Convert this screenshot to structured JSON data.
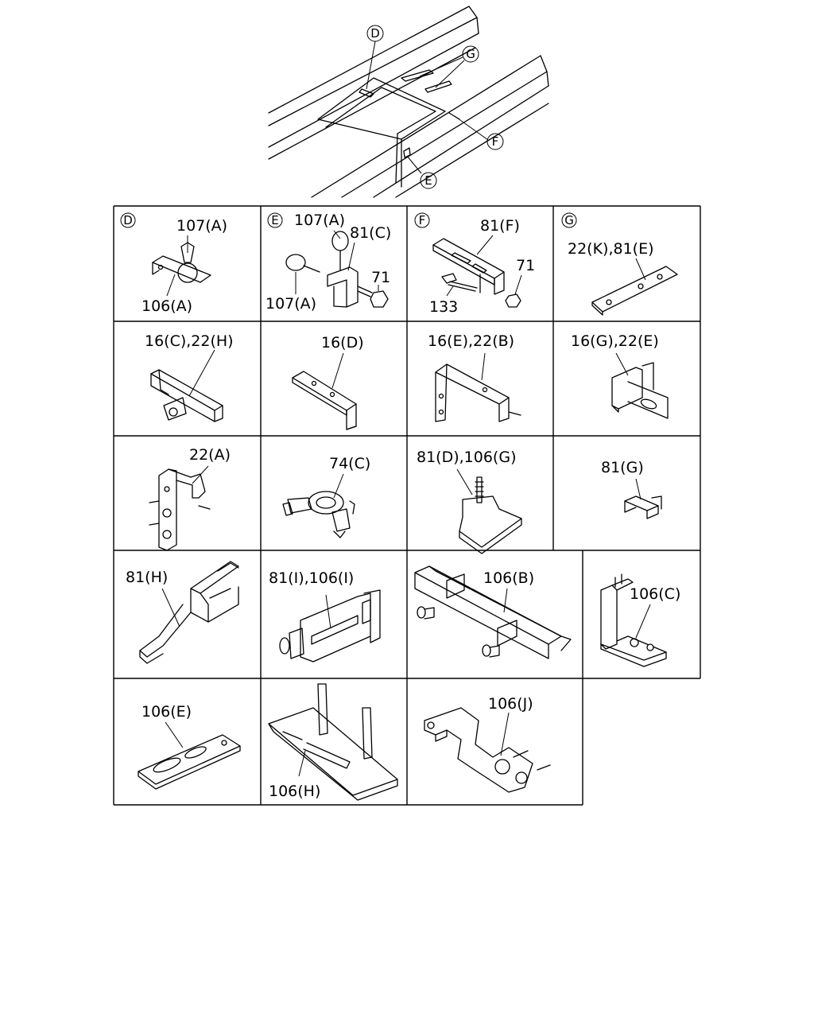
{
  "callouts": {
    "D": "D",
    "E": "E",
    "F": "F",
    "G": "G"
  },
  "cells": {
    "d": {
      "marker": "D",
      "labels": [
        "107(A)",
        "106(A)"
      ]
    },
    "e": {
      "marker": "E",
      "labels": [
        "107(A)",
        "81(C)",
        "71",
        "107(A)"
      ]
    },
    "f": {
      "marker": "F",
      "labels": [
        "81(F)",
        "71",
        "133"
      ]
    },
    "g": {
      "marker": "G",
      "labels": [
        "22(K),81(E)"
      ]
    },
    "r2c1": {
      "labels": [
        "16(C),22(H)"
      ]
    },
    "r2c2": {
      "labels": [
        "16(D)"
      ]
    },
    "r2c3": {
      "labels": [
        "16(E),22(B)"
      ]
    },
    "r2c4": {
      "labels": [
        "16(G),22(E)"
      ]
    },
    "r3c1": {
      "labels": [
        "22(A)"
      ]
    },
    "r3c2": {
      "labels": [
        "74(C)"
      ]
    },
    "r3c3": {
      "labels": [
        "81(D),106(G)"
      ]
    },
    "r3c4": {
      "labels": [
        "81(G)"
      ]
    },
    "r4c1": {
      "labels": [
        "81(H)"
      ]
    },
    "r4c2": {
      "labels": [
        "81(I),106(I)"
      ]
    },
    "r4c3": {
      "labels": [
        "106(B)"
      ]
    },
    "r4c4": {
      "labels": [
        "106(C)"
      ]
    },
    "r5c1": {
      "labels": [
        "106(E)"
      ]
    },
    "r5c2": {
      "labels": [
        "106(H)"
      ]
    },
    "r5c3": {
      "labels": [
        "106(J)"
      ]
    }
  }
}
